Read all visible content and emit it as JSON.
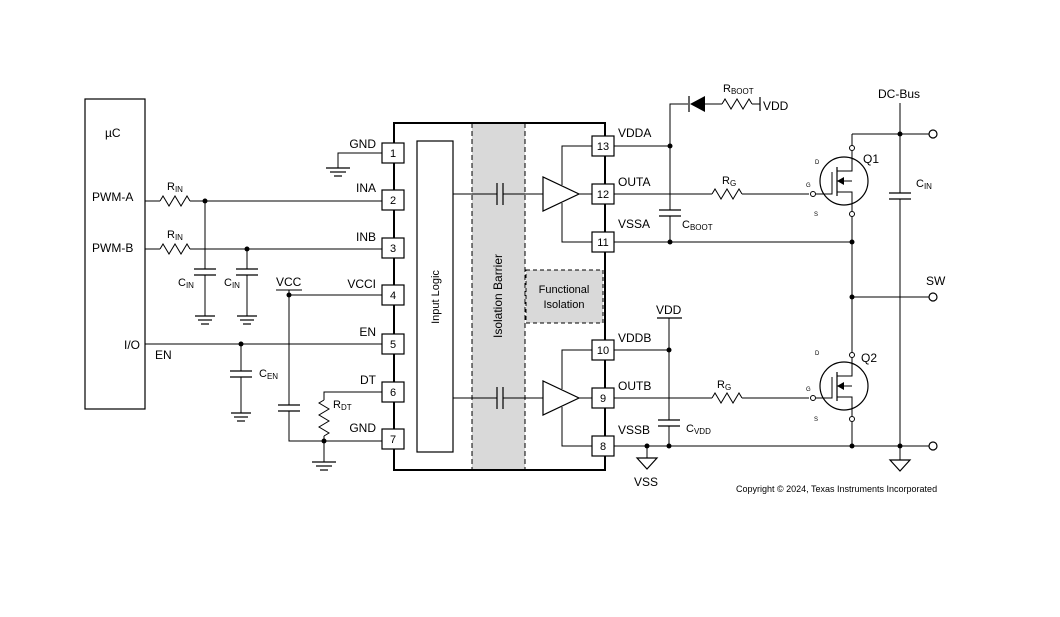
{
  "mcu": {
    "label": "µC",
    "pwm_a": "PWM-A",
    "pwm_b": "PWM-B",
    "io": "I/O",
    "en_net": "EN"
  },
  "ic": {
    "input_logic": "Input Logic",
    "isolation_barrier": "Isolation Barrier",
    "functional_isolation_line1": "Functional",
    "functional_isolation_line2": "Isolation",
    "left_pins": [
      {
        "num": "1",
        "name": "GND"
      },
      {
        "num": "2",
        "name": "INA"
      },
      {
        "num": "3",
        "name": "INB"
      },
      {
        "num": "4",
        "name": "VCCI"
      },
      {
        "num": "5",
        "name": "EN"
      },
      {
        "num": "6",
        "name": "DT"
      },
      {
        "num": "7",
        "name": "GND"
      }
    ],
    "right_pins": [
      {
        "num": "13",
        "name": "VDDA"
      },
      {
        "num": "12",
        "name": "OUTA"
      },
      {
        "num": "11",
        "name": "VSSA"
      },
      {
        "num": "10",
        "name": "VDDB"
      },
      {
        "num": "9",
        "name": "OUTB"
      },
      {
        "num": "8",
        "name": "VSSB"
      }
    ]
  },
  "components": {
    "rin_a": {
      "base": "R",
      "sub": "IN"
    },
    "rin_b": {
      "base": "R",
      "sub": "IN"
    },
    "cin_1": {
      "base": "C",
      "sub": "IN"
    },
    "cin_2": {
      "base": "C",
      "sub": "IN"
    },
    "cen": {
      "base": "C",
      "sub": "EN"
    },
    "rdt": {
      "base": "R",
      "sub": "DT"
    },
    "vcc": "VCC",
    "rboot": {
      "base": "R",
      "sub": "BOOT"
    },
    "vdd_top": "VDD",
    "cboot": {
      "base": "C",
      "sub": "BOOT"
    },
    "rg_a": {
      "base": "R",
      "sub": "G"
    },
    "rg_b": {
      "base": "R",
      "sub": "G"
    },
    "vdd_bottom": "VDD",
    "cvdd": {
      "base": "C",
      "sub": "VDD"
    },
    "vss": "VSS",
    "q1": "Q1",
    "q2": "Q2",
    "cin_bus": {
      "base": "C",
      "sub": "IN"
    },
    "dc_bus": "DC-Bus",
    "sw": "SW",
    "fet_d": "D",
    "fet_g": "G",
    "fet_s": "S"
  },
  "copyright": "Copyright © 2024, Texas Instruments Incorporated"
}
